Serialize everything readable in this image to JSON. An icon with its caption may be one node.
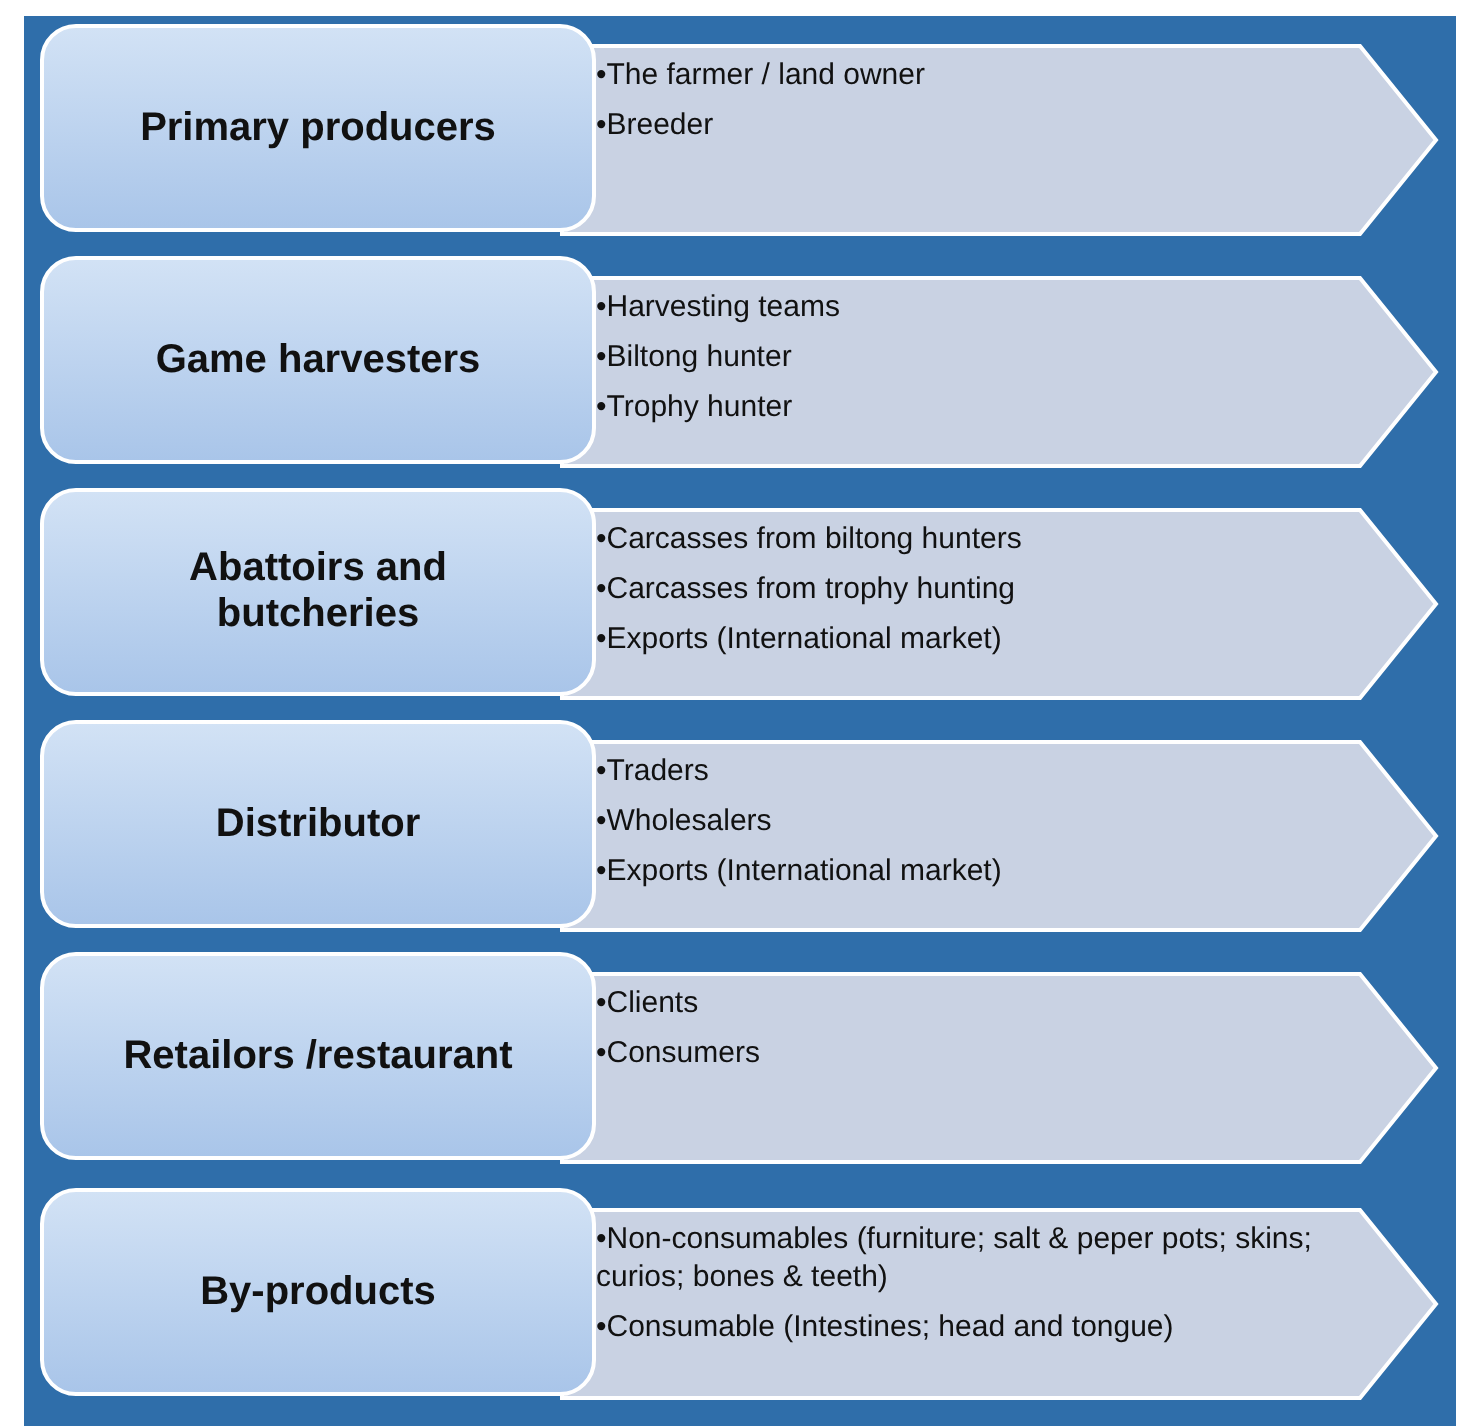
{
  "diagram": {
    "nodes": [
      {
        "text": [
          "Primary producers"
        ]
      },
      {
        "text": [
          "•The farmer / land owner",
          "•Breeder"
        ]
      },
      {
        "text": [
          "Game harvesters"
        ]
      },
      {
        "text": [
          "•Harvesting teams",
          "•Biltong hunter",
          "•Trophy hunter"
        ]
      },
      {
        "text": [
          "Abattoirs and butcheries"
        ]
      },
      {
        "text": [
          "•Carcasses from biltong hunters",
          "•Carcasses from trophy hunting",
          "•Exports (International market)"
        ]
      },
      {
        "text": [
          "Distributor"
        ]
      },
      {
        "text": [
          "•Traders",
          "•Wholesalers",
          "•Exports (International market)"
        ]
      },
      {
        "text": [
          "Retailors /restaurant"
        ]
      },
      {
        "text": [
          "•Clients",
          "•Consumers"
        ]
      },
      {
        "text": [
          "By-products"
        ]
      },
      {
        "text": [
          "•Non-consumables (furniture; salt & peper pots; skins; curios; bones & teeth)",
          "•Consumable (Intestines; head and tongue)"
        ]
      }
    ]
  }
}
